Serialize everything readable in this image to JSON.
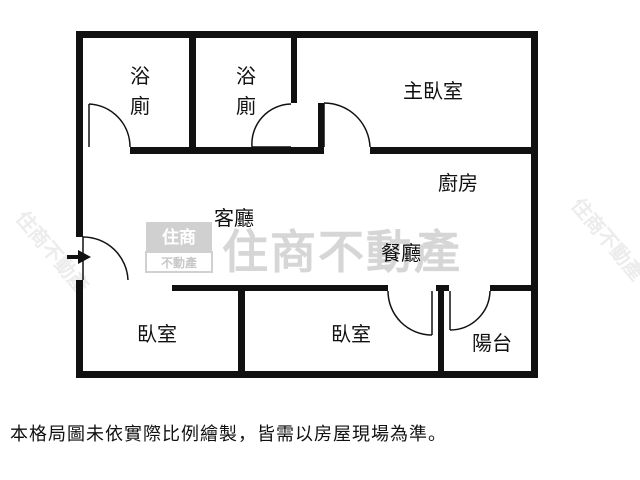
{
  "rooms": {
    "bath_left": "浴廁",
    "bath_middle": "浴廁",
    "master_bedroom": "主臥室",
    "kitchen": "廚房",
    "living_room": "客廳",
    "dining_room": "餐廳",
    "bedroom_left": "臥室",
    "bedroom_middle": "臥室",
    "balcony": "陽台"
  },
  "watermark": {
    "brand": "住商不動產",
    "badge_top": "住商",
    "badge_bottom": "不動產"
  },
  "caption": "本格局圖未依實際比例繪製，皆需以房屋現場為準。",
  "colors": {
    "wall": "#111111",
    "watermark": "#d6d6d6",
    "entry_arrow": "#111111"
  }
}
